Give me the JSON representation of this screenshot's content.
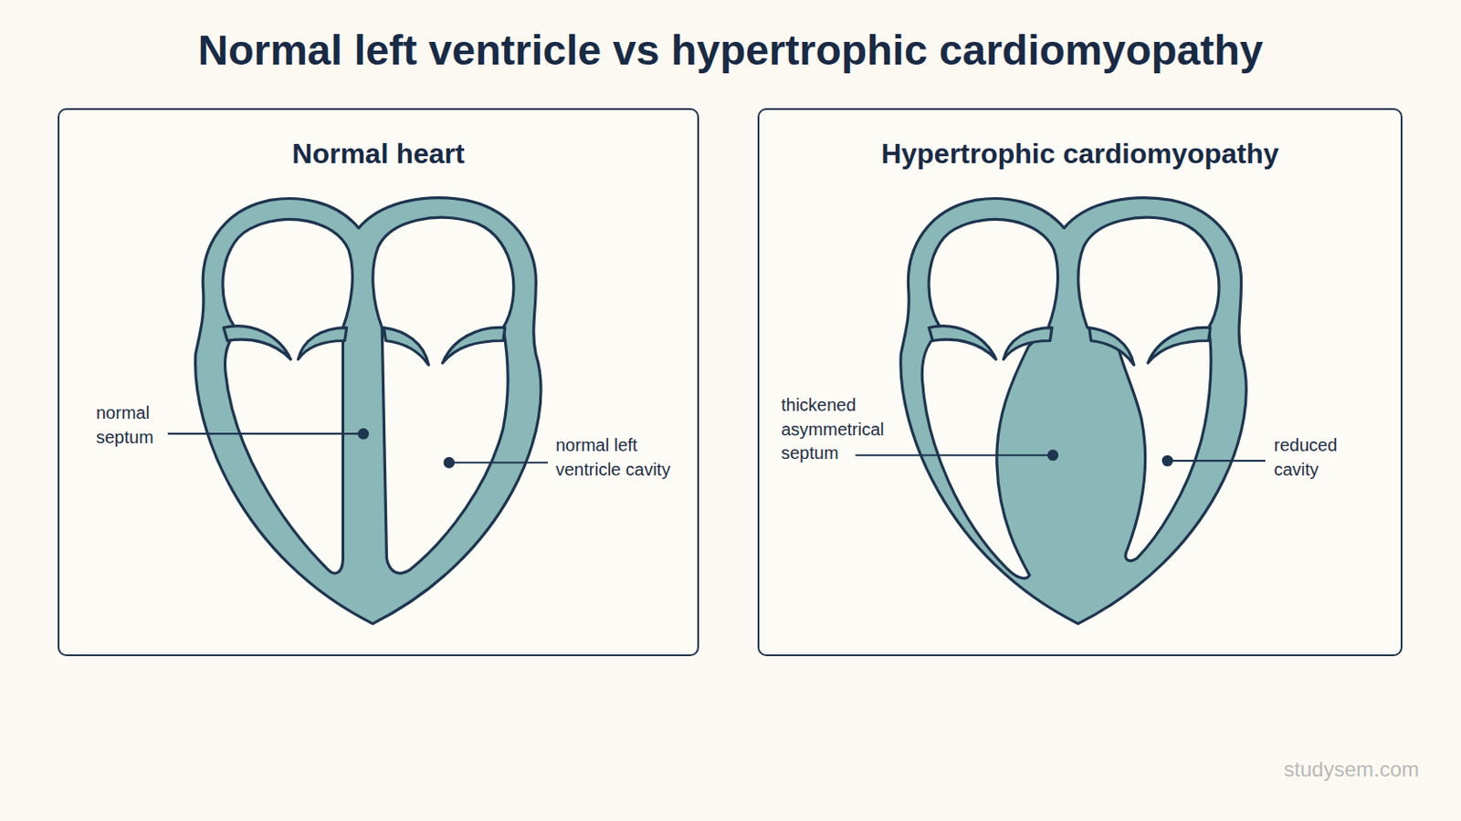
{
  "diagram": {
    "title": "Normal left ventricle vs hypertrophic cardiomyopathy",
    "nodes": [
      {
        "text": [
          "Normal heart"
        ]
      },
      {
        "text": [
          "Hypertrophic cardiomyopathy"
        ]
      }
    ],
    "labels": [
      "normal septum",
      "normal left ventricle cavity",
      "thickened asymmetrical septum",
      "reduced cavity",
      "studysem.com"
    ]
  }
}
